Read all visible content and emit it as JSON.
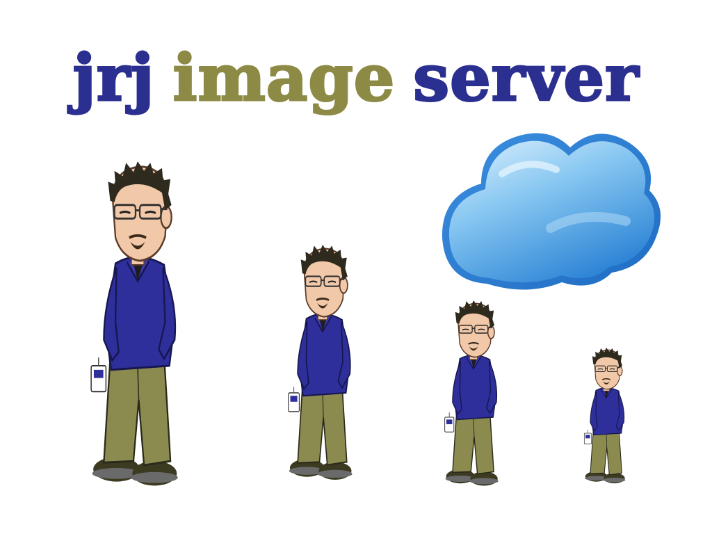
{
  "title": {
    "word1": "jrj",
    "word2": "image",
    "word3": "server"
  },
  "colors": {
    "title_blue": "#2b2f8f",
    "title_olive": "#8c8a44",
    "shirt": "#2e2f9a",
    "pants": "#8b8a4f",
    "cloud_light": "#cfe9fb",
    "cloud_mid": "#6cb6ec",
    "cloud_dark": "#2f86d6",
    "skin": "#f2c9a8",
    "hair": "#2f2a1e"
  },
  "illustration": {
    "figure_count": 4,
    "cloud": "cloud-icon"
  }
}
